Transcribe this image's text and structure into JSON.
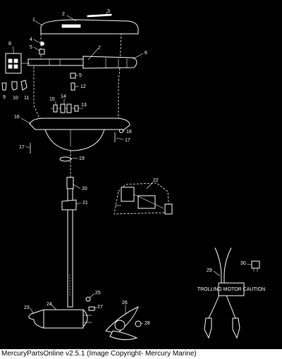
{
  "diagram": {
    "callouts": [
      "1",
      "2",
      "3",
      "4",
      "5",
      "6",
      "7",
      "5",
      "12",
      "8",
      "9",
      "10",
      "11",
      "14",
      "15",
      "13",
      "16",
      "18",
      "17",
      "17",
      "19",
      "20",
      "21",
      "22",
      "23",
      "24",
      "25",
      "27",
      "26",
      "28",
      "29",
      "30"
    ],
    "connector_tag": "TROLLING MOTOR CAUTION"
  },
  "footer": {
    "text": "MercuryPartsOnline v2.5.1 (Image Copyright- Mercury Marine)"
  }
}
